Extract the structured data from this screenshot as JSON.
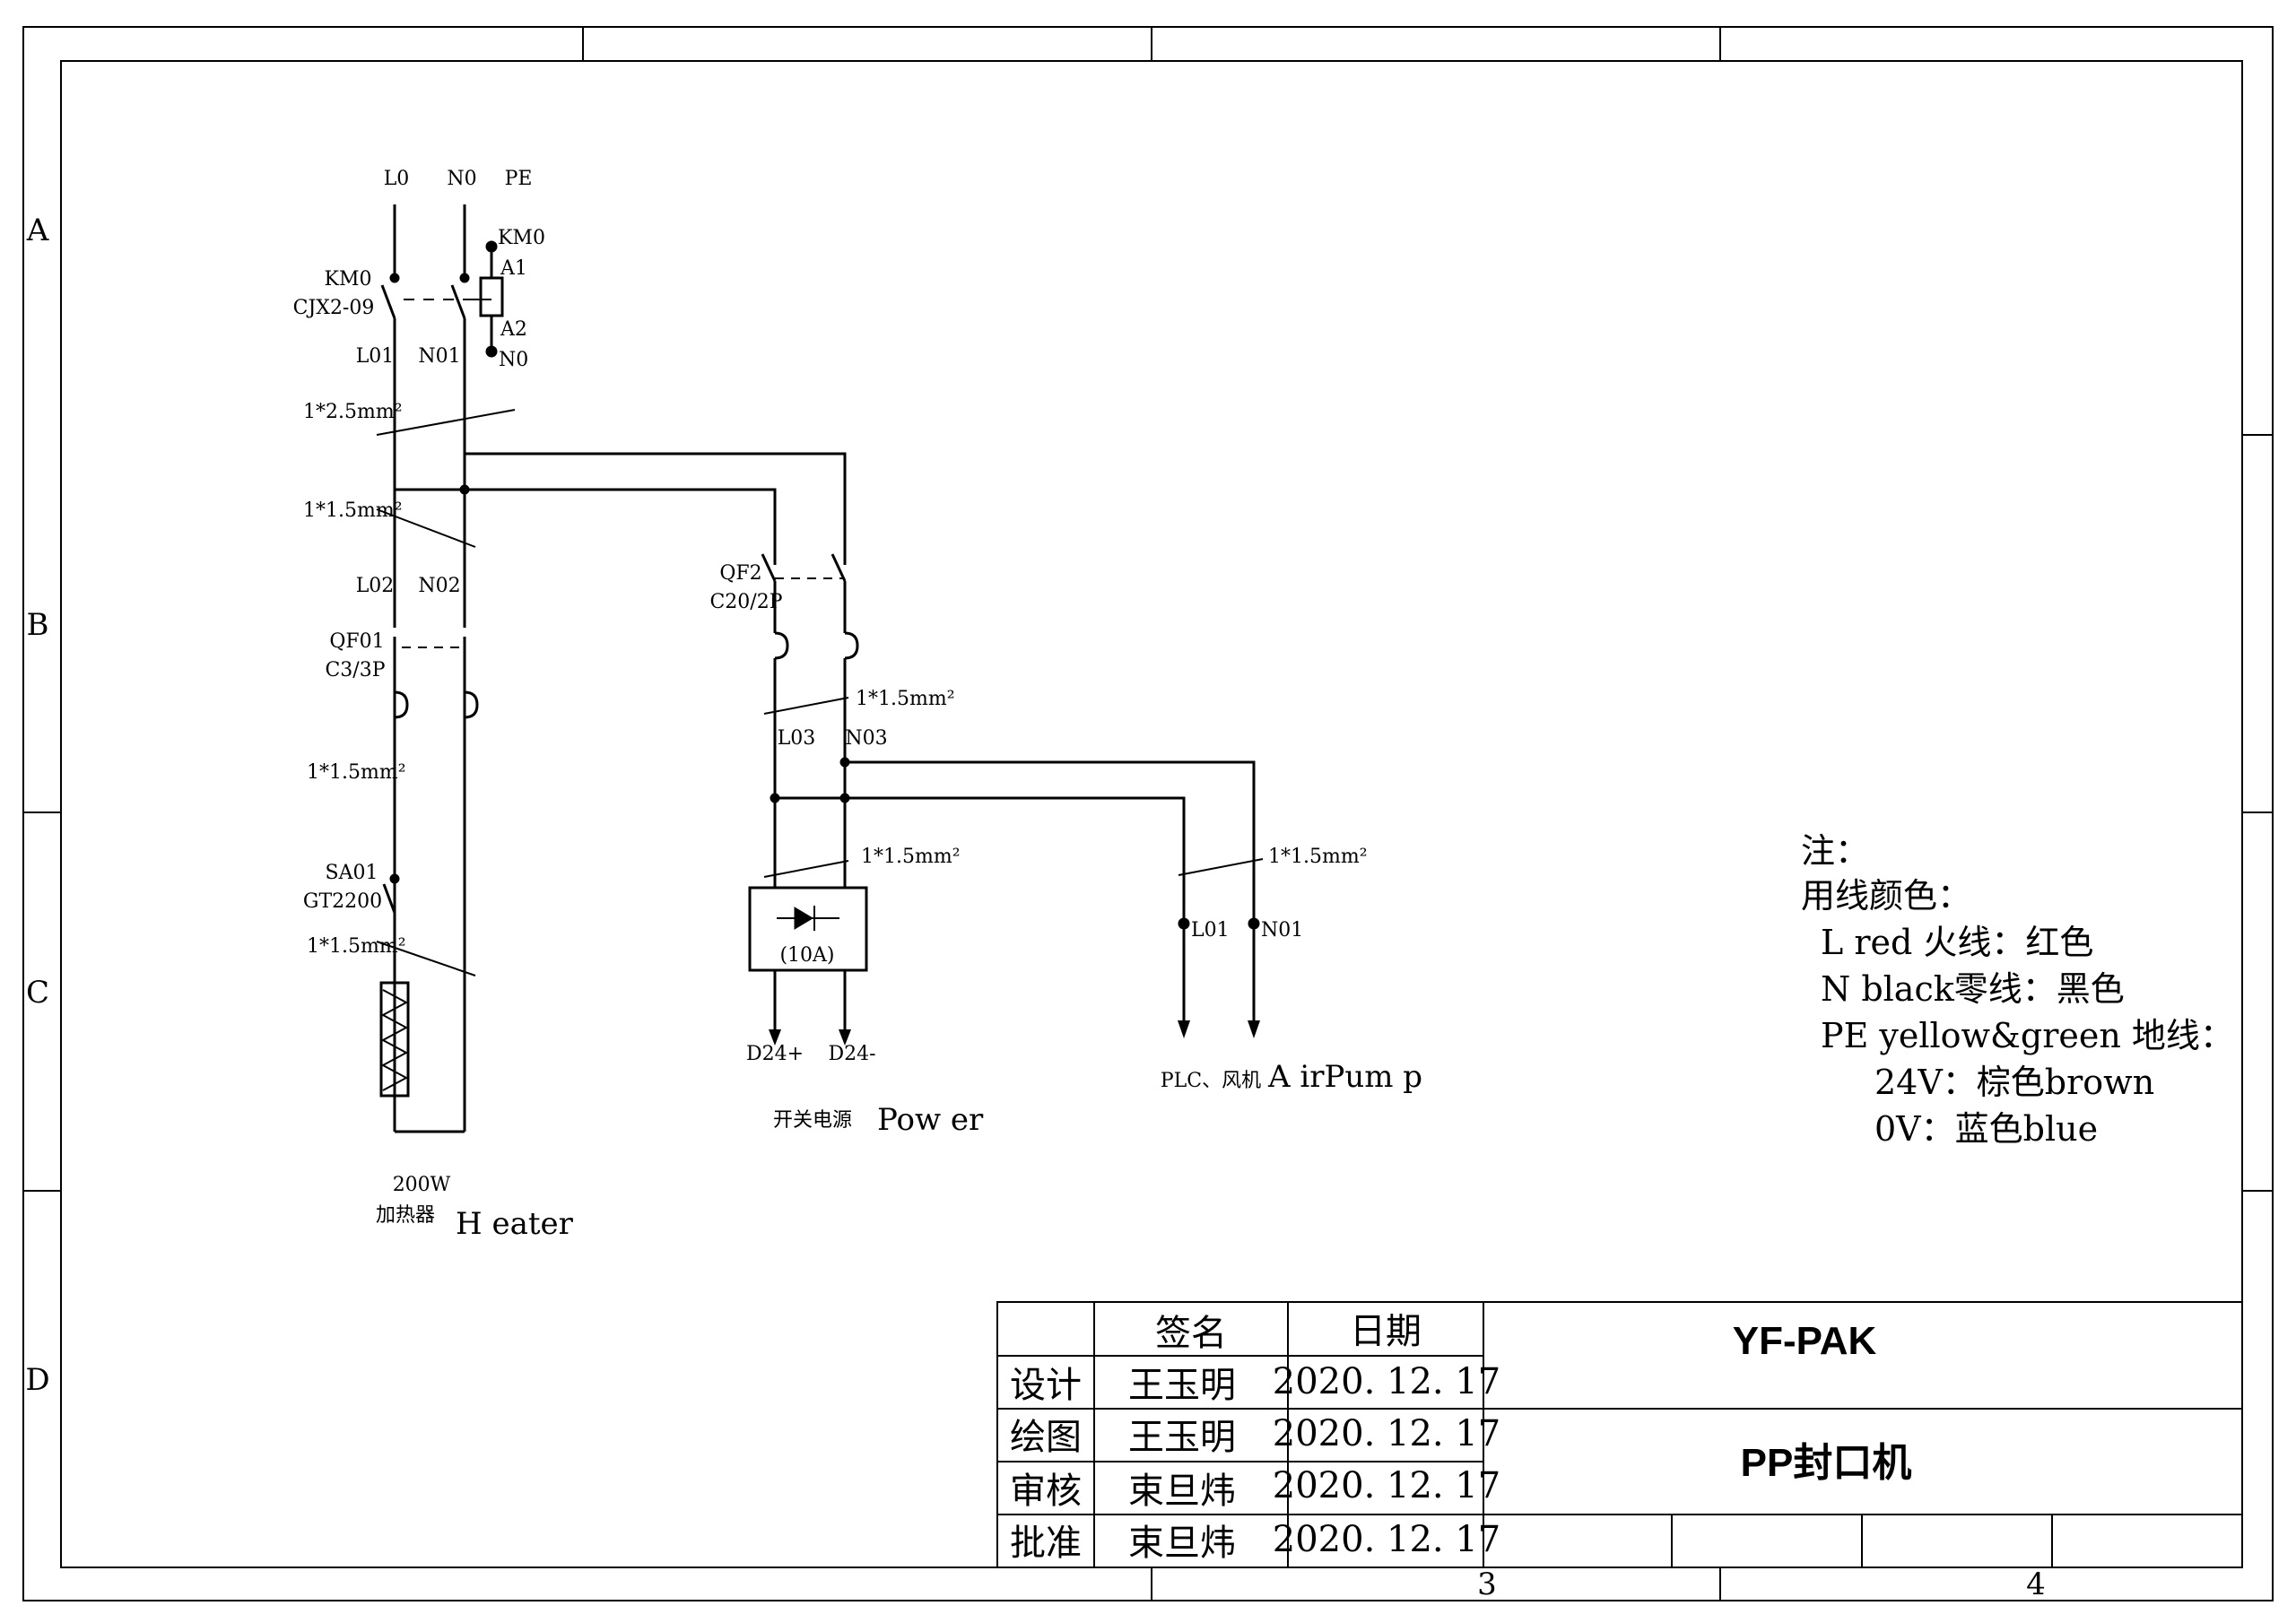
{
  "zones": {
    "rows": [
      "A",
      "B",
      "C",
      "D"
    ],
    "bottom_cols": [
      "3",
      "4"
    ]
  },
  "supply": {
    "l0": "L0",
    "n0": "N0",
    "pe": "PE"
  },
  "contactor": {
    "name": "KM0",
    "model": "CJX2-09",
    "coil": "KM0",
    "a1": "A1",
    "a2": "A2",
    "coil_n": "N0",
    "out_l": "L01",
    "out_n": "N01"
  },
  "wires": {
    "w1": "1*2.5mm²",
    "w2": "1*1.5mm²",
    "w3": "1*1.5mm²",
    "w4": "1*1.5mm²",
    "w5": "1*1.5mm²",
    "w6": "1*1.5mm²",
    "w7": "1*1.5mm²"
  },
  "heater_branch": {
    "l02": "L02",
    "n02": "N02",
    "breaker": "QF01",
    "breaker_model": "C3/3P",
    "switch": "SA01",
    "switch_model": "GT2200",
    "power": "200W",
    "name_cn": "加热器",
    "name_en": "H eater"
  },
  "power_branch": {
    "breaker": "QF2",
    "breaker_model": "C20/2P",
    "l03": "L03",
    "n03": "N03",
    "psu_rating": "(10A)",
    "out_pos": "D24+",
    "out_neg": "D24-",
    "name_cn": "开关电源",
    "name_en": "Pow er"
  },
  "pump_branch": {
    "l01": "L01",
    "n01": "N01",
    "name_cn": "PLC、风机",
    "name_en": "A irPum p"
  },
  "notes": [
    "注：",
    "用线颜色：",
    "L red  火线：红色",
    "N  black零线：黑色",
    "PE yellow&green 地线：",
    "24V：棕色brown",
    "0V：蓝色blue"
  ],
  "title_block": {
    "col_sign": "签名",
    "col_date": "日期",
    "rows": [
      {
        "role": "设计",
        "name": "王玉明",
        "date": "2020. 12. 17"
      },
      {
        "role": "绘图",
        "name": "王玉明",
        "date": "2020. 12. 17"
      },
      {
        "role": "审核",
        "name": "束旦炜",
        "date": "2020. 12. 17"
      },
      {
        "role": "批准",
        "name": "束旦炜",
        "date": "2020. 12. 17"
      }
    ],
    "company": "YF-PAK",
    "product": "PP封口机"
  }
}
